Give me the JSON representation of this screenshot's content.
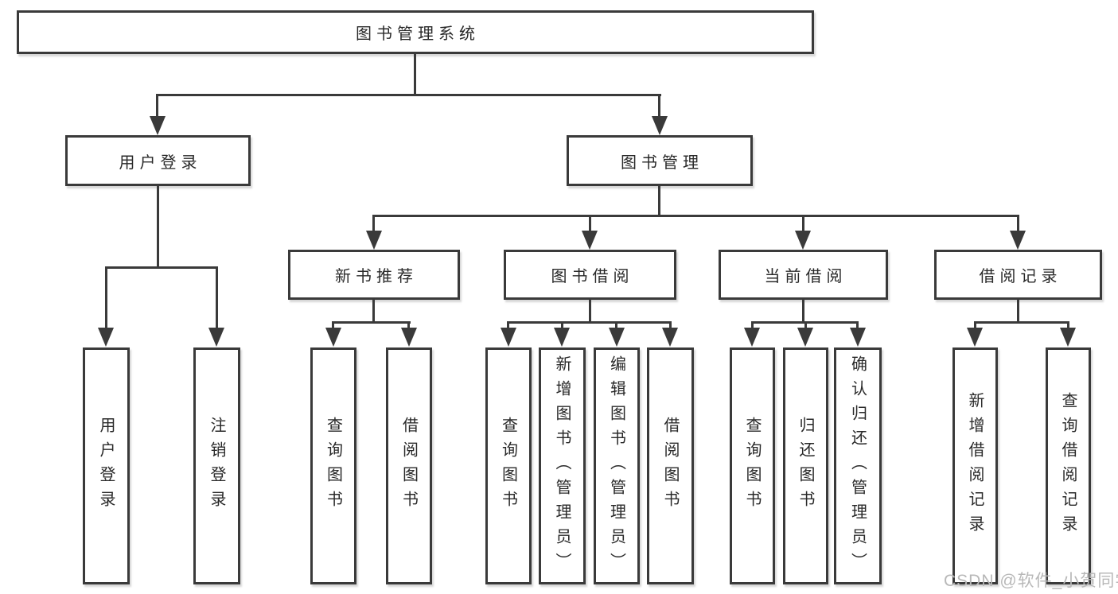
{
  "nodes": {
    "root": "图书管理系统",
    "l2_user_login": "用户登录",
    "l2_book_mgmt": "图书管理",
    "l3_new_book_rec": "新书推荐",
    "l3_book_borrow": "图书借阅",
    "l3_current_borrow": "当前借阅",
    "l3_borrow_records": "借阅记录",
    "leaf_user_login": "用户登录",
    "leaf_logout": "注销登录",
    "leaf_nb_query_books": "查询图书",
    "leaf_nb_borrow_books": "借阅图书",
    "leaf_bb_query_books": "查询图书",
    "leaf_bb_add_books": "新增图书（管理员）",
    "leaf_bb_edit_books": "编辑图书（管理员）",
    "leaf_bb_borrow_books": "借阅图书",
    "leaf_cb_query_books": "查询图书",
    "leaf_cb_return_books": "归还图书",
    "leaf_cb_confirm_return": "确认归还（管理员）",
    "leaf_br_add_record": "新增借阅记录",
    "leaf_br_query_record": "查询借阅记录"
  },
  "watermark": "CSDN @软件_小贺同学",
  "colors": {
    "line": "#3a3a3a",
    "text": "#292929",
    "watermark": "#b8b8b8",
    "background": "#ffffff"
  }
}
